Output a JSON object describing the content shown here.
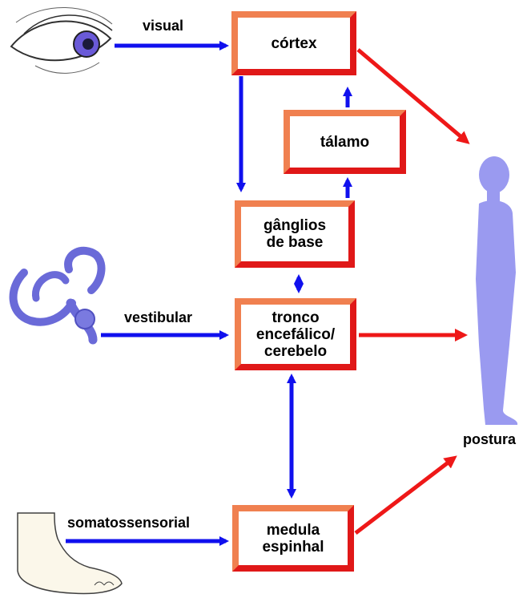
{
  "colors": {
    "arrow_input": "#1010ee",
    "arrow_output": "#ee1818",
    "box_border_light": "#f08050",
    "box_border_dark": "#e01818",
    "figure": "#9a9af0"
  },
  "inputs": {
    "visual": "visual",
    "vestibular": "vestibular",
    "somatosensory": "somatossensorial"
  },
  "boxes": {
    "cortex": "córtex",
    "thalamus": "tálamo",
    "basal_ganglia": "gânglios\nde base",
    "brainstem": "tronco\nencefálico/\ncerebelo",
    "spinal_cord": "medula\nespinhal"
  },
  "output": {
    "label": "postura"
  },
  "icons": [
    "eye-icon",
    "inner-ear-icon",
    "foot-icon",
    "human-figure-icon"
  ]
}
